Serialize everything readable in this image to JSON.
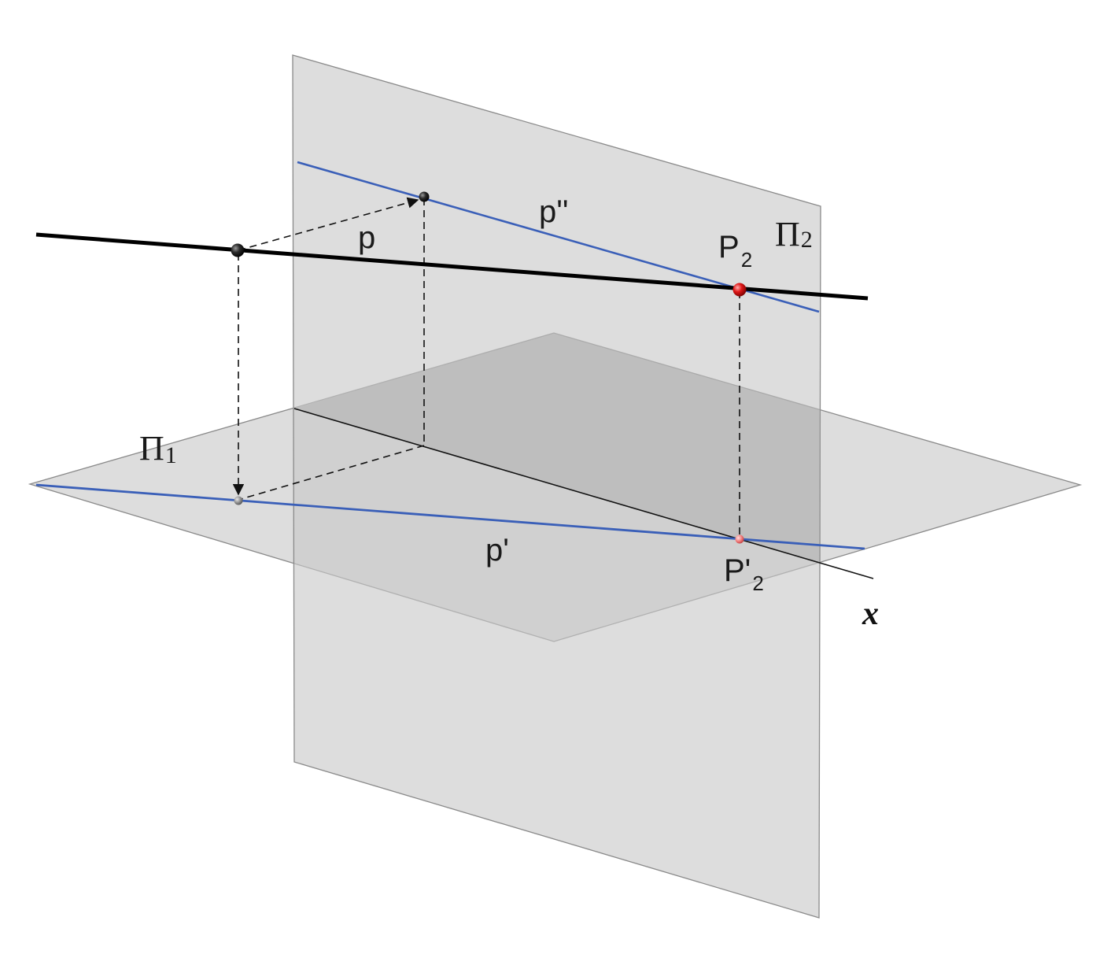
{
  "labels": {
    "line_p": "p",
    "frontal_trace": "p''",
    "horizontal_trace": "p'",
    "point_P2": {
      "main": "P",
      "sub": "2"
    },
    "point_P2_proj": {
      "main": "P'",
      "sub": "2"
    },
    "plane_pi2": {
      "main": "Π",
      "sub": "2"
    },
    "plane_pi1": {
      "main": "Π",
      "sub": "1"
    },
    "axis_x": "x"
  },
  "colors": {
    "plane_fill": "#c8c8c8",
    "plane_edge": "#8a8a8a",
    "shared_quadrant": "#b4b4b4",
    "line_p": "#000000",
    "projection_lines": "#3a5fb8",
    "trace_point": "#e01818",
    "auxiliary_point": "#222222",
    "dashed_lines": "#111111"
  }
}
